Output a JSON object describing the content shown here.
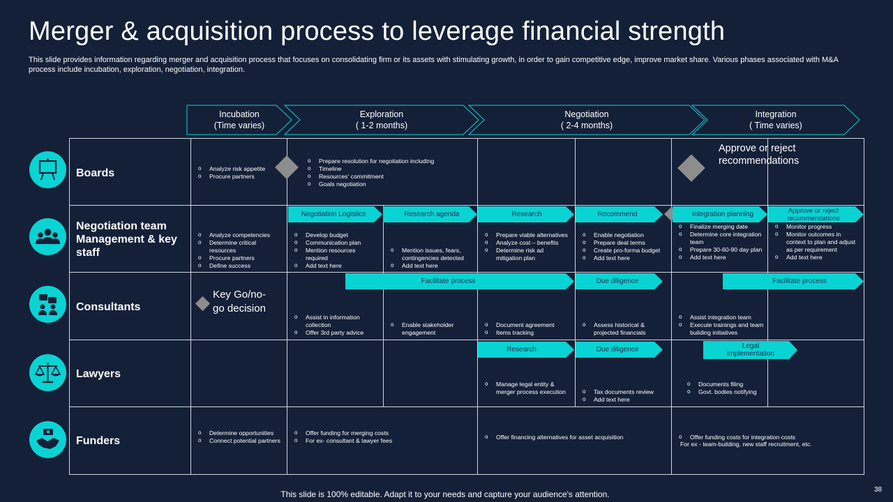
{
  "title": "Merger & acquisition process to leverage financial strength",
  "subtitle": "This slide provides information regarding merger and acquisition process that focuses on consolidating firm or its assets with stimulating growth, in order to gain competitive edge, improve market share. Various phases associated with M&A process include incubation, exploration, negotiation, integration.",
  "phases": [
    {
      "name": "Incubation",
      "duration": "(Time varies)"
    },
    {
      "name": "Exploration",
      "duration": "( 1-2 months)"
    },
    {
      "name": "Negotiation",
      "duration": "( 2-4 months)"
    },
    {
      "name": "Integration",
      "duration": "( Time varies)"
    }
  ],
  "roles": [
    {
      "label": "Boards",
      "icon": "presentation-board-icon"
    },
    {
      "label": "Negotiation team Management & key staff",
      "icon": "team-group-icon"
    },
    {
      "label": "Consultants",
      "icon": "consultant-chat-icon"
    },
    {
      "label": "Lawyers",
      "icon": "scales-of-justice-icon"
    },
    {
      "label": "Funders",
      "icon": "handshake-money-icon"
    }
  ],
  "colors": {
    "background": "#142038",
    "accent": "#0ad3d3",
    "grid": "#d0d6de",
    "diamond": "#8d8d8d"
  },
  "notes": {
    "approve": "Approve or reject recommendations",
    "key_decision": "Key Go/no-go decision"
  },
  "tags": {
    "negotiation_logistics": "Negotiation Logistics",
    "research_agenda": "Research agenda",
    "research": "Research",
    "recommend": "Recommend",
    "integration_planning": "Integration planning",
    "approve_or_reject": "Approve or reject recommendations",
    "facilitate_process_1": "Facilitate process",
    "due_diligence_1": "Due diligence",
    "facilitate_process_2": "Facilitate process",
    "research_legal": "Research",
    "due_diligence_2": "Due diligence",
    "legal_implementation": "Legal implementation"
  },
  "cells": {
    "boards_incubation": [
      "Analyze risk appetite",
      "Procure partners"
    ],
    "boards_exploration": [
      "Prepare resolution for negotiation including",
      "Timeline",
      "Resources' commitment",
      "Goals negotiation"
    ],
    "neg_incubation": [
      "Analyze competencies",
      "Determine critical resources",
      "Procure partners",
      "Define success"
    ],
    "neg_logistics": [
      "Develop budget",
      "Communication plan",
      "Mention resources required",
      "Add text here"
    ],
    "neg_research_agenda": [
      "Mention issues, fears, contingencies detected",
      "Add text here"
    ],
    "neg_research": [
      "Prepare viable alternatives",
      "Analyze cost – benefits",
      "Determine risk ad mitigation plan"
    ],
    "neg_recommend": [
      "Enable negotiation",
      "Prepare deal terms",
      "Create pro-forma budget",
      "Add text here"
    ],
    "neg_integration_planning": [
      "Finalize merging date",
      "Determine core integration team",
      "Prepare 30-60-90 day plan",
      "Add text here"
    ],
    "neg_approve": [
      "Monitor progress",
      "Monitor outcomes in context to plan and adjust as per requirement",
      "Add text here"
    ],
    "cons_exploration_1": [
      "Assist in information collection",
      "Offer 3rd party advice"
    ],
    "cons_exploration_2": [
      "Enable stakeholder engagement"
    ],
    "cons_negotiation_1": [
      "Document agreement",
      "Items tracking"
    ],
    "cons_negotiation_2": [
      "Assess historical & projected financials"
    ],
    "cons_integration": [
      "Assist integration team",
      "Execute trainings and team building initiatives"
    ],
    "law_research": [
      "Manage legal entity & merger process execution"
    ],
    "law_due_diligence": [
      "Tax documents review",
      "Add text here"
    ],
    "law_legal": [
      "Documents filing",
      "Govt. bodies notifying"
    ],
    "fund_incubation": [
      "Determine opportunities",
      "Connect potential partners"
    ],
    "fund_exploration": [
      "Offer funding for merging costs",
      "For ex- consultant & lawyer fees"
    ],
    "fund_negotiation": [
      "Offer financing alternatives for asset acquisition"
    ],
    "fund_integration": [
      "Offer funding costs for integration costs"
    ],
    "fund_integration_note": "For ex - team-building, new staff recruitment, etc."
  },
  "footer": "This slide is 100% editable. Adapt it to your needs and capture your audience's attention.",
  "page_number": "38"
}
